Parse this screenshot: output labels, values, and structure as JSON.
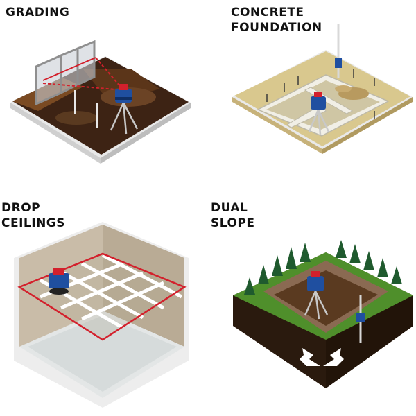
{
  "panels": [
    {
      "id": "grading",
      "title_lines": [
        "GRADING"
      ]
    },
    {
      "id": "concrete-foundation",
      "title_lines": [
        "CONCRETE",
        "FOUNDATION"
      ]
    },
    {
      "id": "drop-ceilings",
      "title_lines": [
        "DROP",
        "CEILINGS"
      ]
    },
    {
      "id": "dual-slope",
      "title_lines": [
        "DUAL",
        "SLOPE"
      ]
    }
  ],
  "colors": {
    "ground_dark": "#3d2314",
    "ground_brown": "#5a3a20",
    "sand": "#d9c88e",
    "concrete": "#e6e6dd",
    "laser_red": "#d3202c",
    "laser_body": "#1f4fa0",
    "grass": "#4f8f2b",
    "tree": "#1f5a2e",
    "rock": "#8a6a52",
    "ceiling_wall": "#c9bca8",
    "floor_grey": "#e3e6e6"
  },
  "icons": [
    "rotary-laser-icon",
    "tripod-icon",
    "laser-receiver-icon",
    "slope-arrow-icon"
  ]
}
